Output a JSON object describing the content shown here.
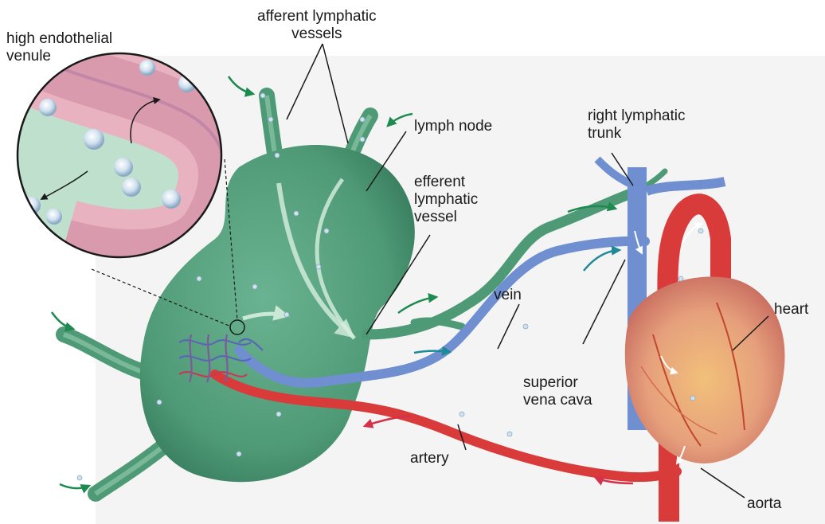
{
  "colors": {
    "lymph": "#4f9a76",
    "lymph_dark": "#2f6e50",
    "vein": "#6f8fd0",
    "artery": "#d93a3a",
    "heart": "#e5a188",
    "arrow_green": "#1d8a4f",
    "arrow_teal": "#1f8a97",
    "arrow_red": "#d6314a",
    "line": "#1a1a1a"
  },
  "labels": {
    "high_endothelial_venule": [
      "high endothelial",
      "venule"
    ],
    "afferent_lymphatic_vessels": [
      "afferent lymphatic",
      "vessels"
    ],
    "lymph_node": "lymph node",
    "efferent_lymphatic_vessel": [
      "efferent",
      "lymphatic",
      "vessel"
    ],
    "right_lymphatic_trunk": [
      "right lymphatic",
      "trunk"
    ],
    "vein": "vein",
    "heart": "heart",
    "superior_vena_cava": [
      "superior",
      "vena cava"
    ],
    "artery": "artery",
    "aorta": "aorta"
  }
}
